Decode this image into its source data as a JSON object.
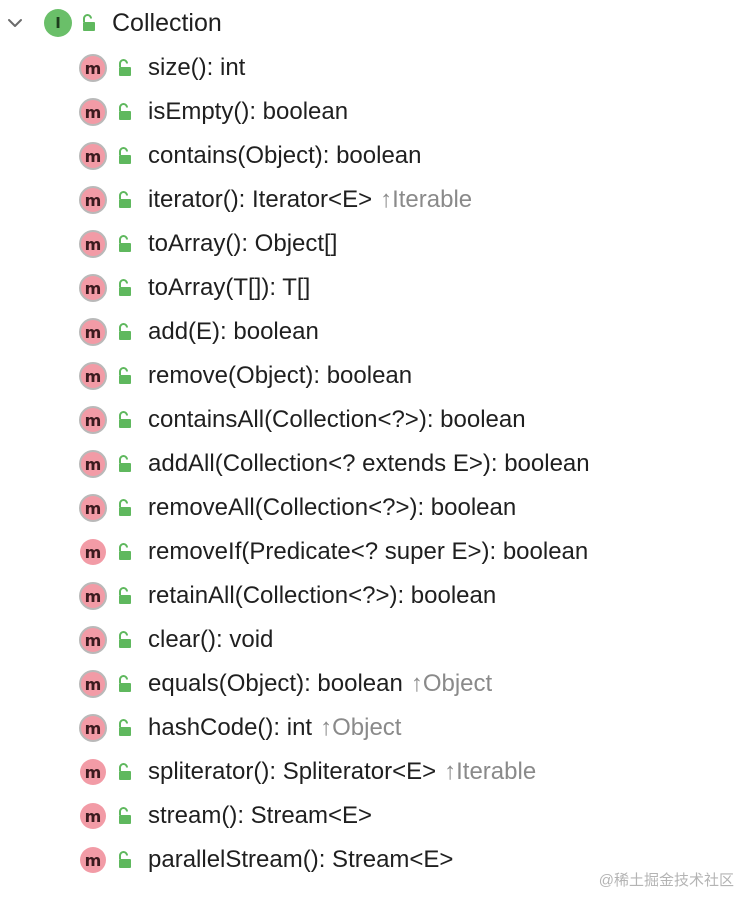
{
  "tree": {
    "root": {
      "label": "Collection",
      "icon_letter": "I",
      "icon": "interface-icon",
      "expanded": true
    },
    "methods": [
      {
        "label": "size(): int",
        "inherited": "",
        "overridden": true
      },
      {
        "label": "isEmpty(): boolean",
        "inherited": "",
        "overridden": true
      },
      {
        "label": "contains(Object): boolean",
        "inherited": "",
        "overridden": true
      },
      {
        "label": "iterator(): Iterator<E>",
        "inherited": "↑Iterable",
        "overridden": true
      },
      {
        "label": "toArray(): Object[]",
        "inherited": "",
        "overridden": true
      },
      {
        "label": "toArray(T[]): T[]",
        "inherited": "",
        "overridden": true
      },
      {
        "label": "add(E): boolean",
        "inherited": "",
        "overridden": true
      },
      {
        "label": "remove(Object): boolean",
        "inherited": "",
        "overridden": true
      },
      {
        "label": "containsAll(Collection<?>): boolean",
        "inherited": "",
        "overridden": true
      },
      {
        "label": "addAll(Collection<? extends E>): boolean",
        "inherited": "",
        "overridden": true
      },
      {
        "label": "removeAll(Collection<?>): boolean",
        "inherited": "",
        "overridden": true
      },
      {
        "label": "removeIf(Predicate<? super E>): boolean",
        "inherited": "",
        "overridden": false
      },
      {
        "label": "retainAll(Collection<?>): boolean",
        "inherited": "",
        "overridden": true
      },
      {
        "label": "clear(): void",
        "inherited": "",
        "overridden": true
      },
      {
        "label": "equals(Object): boolean",
        "inherited": "↑Object",
        "overridden": true
      },
      {
        "label": "hashCode(): int",
        "inherited": "↑Object",
        "overridden": true
      },
      {
        "label": "spliterator(): Spliterator<E>",
        "inherited": "↑Iterable",
        "overridden": false
      },
      {
        "label": "stream(): Stream<E>",
        "inherited": "",
        "overridden": false
      },
      {
        "label": "parallelStream(): Stream<E>",
        "inherited": "",
        "overridden": false
      }
    ],
    "method_icon_letter": "m"
  },
  "watermark": "@稀土掘金技术社区",
  "colors": {
    "interface_icon": "#6abf69",
    "method_icon": "#f29ba6",
    "lock": "#5fb85e",
    "inherited_text": "#8a8a8a"
  }
}
